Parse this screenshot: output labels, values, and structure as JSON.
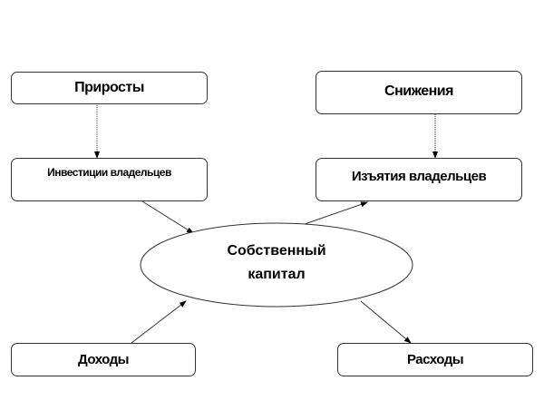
{
  "nodes": {
    "increases": "Приросты",
    "decreases": "Снижения",
    "owner_investments": "Инвестиции владельцев",
    "owner_withdrawals": "Изъятия владельцев",
    "equity_line1": "Собственный",
    "equity_line2": "капитал",
    "income": "Доходы",
    "expenses": "Расходы"
  }
}
